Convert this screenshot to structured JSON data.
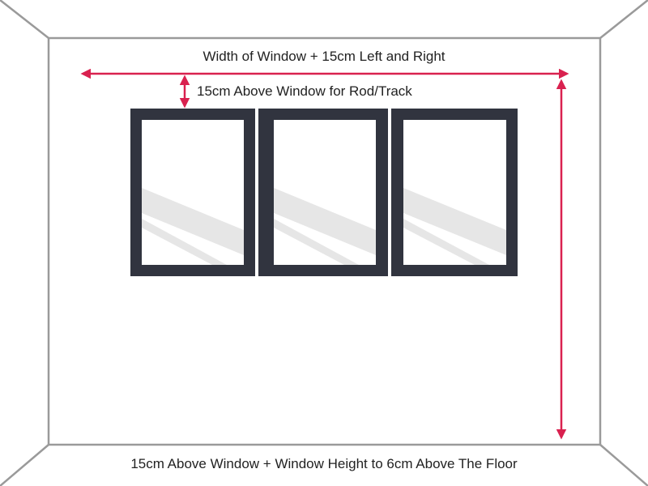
{
  "diagram": {
    "labels": {
      "width": "Width of Window + 15cm Left and Right",
      "above": "15cm Above Window for Rod/Track",
      "drop": "15cm Above Window + Window Height to 6cm Above The Floor"
    },
    "colors": {
      "room_lines": "#9a9a9a",
      "window_frame": "#31343f",
      "glass_reflection": "#e6e6e6",
      "measure_arrow": "#d9214f",
      "text": "#222222"
    },
    "window_pane_count": 3
  }
}
